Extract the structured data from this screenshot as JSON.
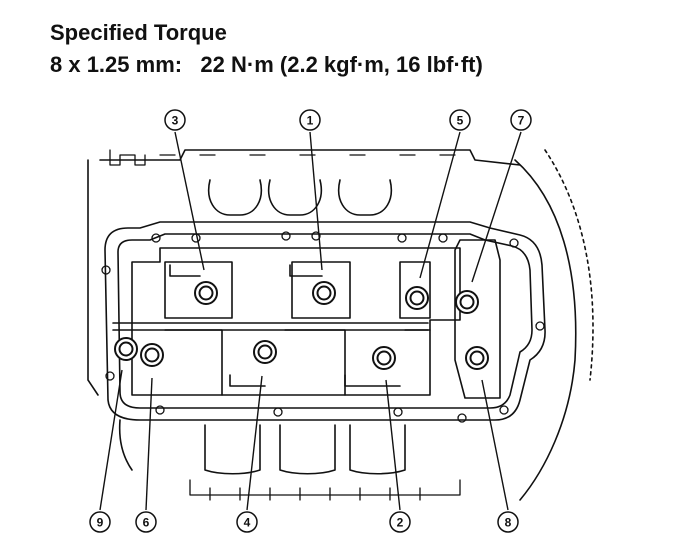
{
  "header": {
    "title": "Specified Torque",
    "bolt_size": "8 x 1.25 mm:",
    "torque_value": "22 N·m (2.2 kgf·m, 16 lbf·ft)"
  },
  "tightening_sequence": [
    {
      "callout": "①",
      "order": 1
    },
    {
      "callout": "②",
      "order": 2
    },
    {
      "callout": "③",
      "order": 3
    },
    {
      "callout": "④",
      "order": 4
    },
    {
      "callout": "⑤",
      "order": 5
    },
    {
      "callout": "⑥",
      "order": 6
    },
    {
      "callout": "⑦",
      "order": 7
    },
    {
      "callout": "⑧",
      "order": 8
    },
    {
      "callout": "⑨",
      "order": 9
    }
  ]
}
